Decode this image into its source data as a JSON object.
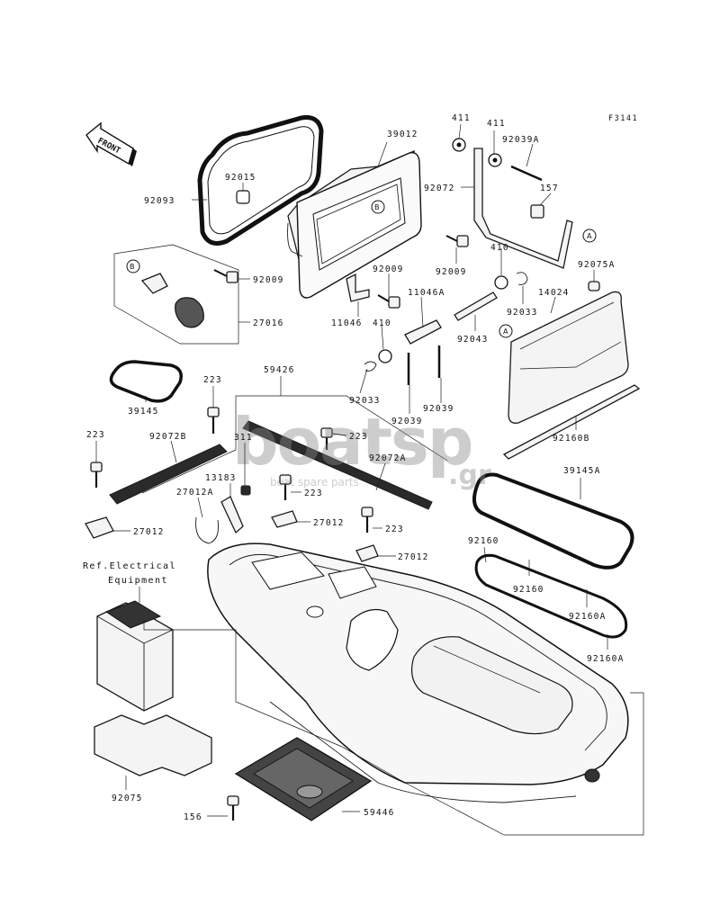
{
  "figure_code": "F3141",
  "front_arrow_label": "FRONT",
  "reference": {
    "line1": "Ref.Electrical",
    "line2": "Equipment"
  },
  "circle_markers": {
    "a": "A",
    "b": "B"
  },
  "watermark": {
    "brand": "boatsp",
    "suffix": ".gr",
    "tagline": "boat spare parts"
  },
  "parts": {
    "p39012": "39012",
    "p411_a": "411",
    "p411_b": "411",
    "p92039a": "92039A",
    "p92072": "92072",
    "p157": "157",
    "p92093": "92093",
    "p92015": "92015",
    "p92009_a": "92009",
    "p92009_b": "92009",
    "p92009_c": "92009",
    "p27016": "27016",
    "p11046": "11046",
    "p410_a": "410",
    "p11046a": "11046A",
    "p410_b": "410",
    "p92075a": "92075A",
    "p92033_a": "92033",
    "p14024": "14024",
    "p92043": "92043",
    "p223_a": "223",
    "p59426": "59426",
    "p39145": "39145",
    "p92033_b": "92033",
    "p92039_a": "92039",
    "p92039_b": "92039",
    "p223_b": "223",
    "p92072b": "92072B",
    "p223_c": "223",
    "p92160b": "92160B",
    "p39145a": "39145A",
    "p311": "311",
    "p13183": "13183",
    "p92072a": "92072A",
    "p27012a": "27012A",
    "p223_d": "223",
    "p27012_a": "27012",
    "p27012_b": "27012",
    "p223_e": "223",
    "p27012_c": "27012",
    "p92160_a": "92160",
    "p92160_b": "92160",
    "p92160a_a": "92160A",
    "p92160a_b": "92160A",
    "p92075": "92075",
    "p156": "156",
    "p59446": "59446"
  }
}
